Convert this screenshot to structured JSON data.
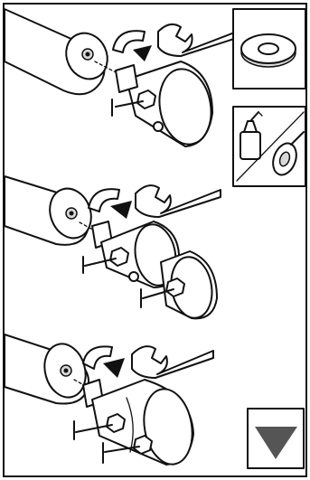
{
  "page": {
    "icons": {
      "washer": "washer-icon",
      "adhesive": "thread-locker-adhesive-icon",
      "next_page": "triangle-down-icon"
    },
    "steps": [
      "step-1-assembly",
      "step-2-assembly",
      "step-3-assembly"
    ],
    "colors": {
      "line": "#111111",
      "background": "#ffffff",
      "next_arrow": "#555555"
    }
  }
}
